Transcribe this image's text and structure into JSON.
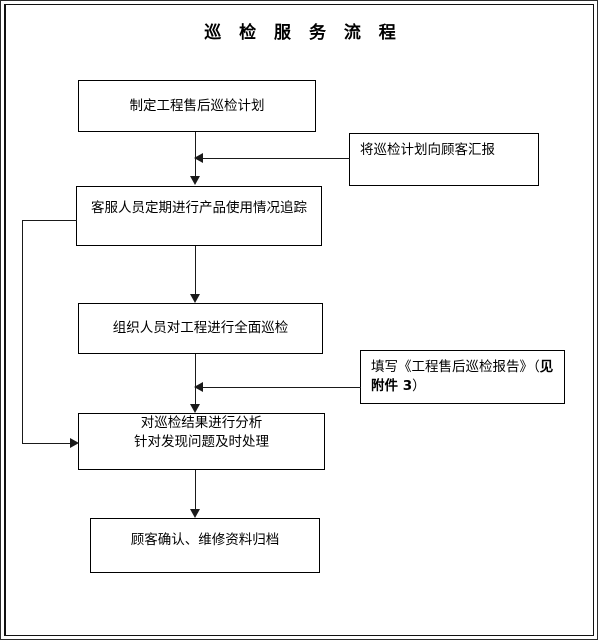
{
  "page": {
    "title": "巡 检 服 务 流 程",
    "background_color": "#ffffff",
    "line_color": "#1a1a1a",
    "border_color": "#000000"
  },
  "nodes": {
    "plan": {
      "label": "制定工程售后巡检计划"
    },
    "report_plan_to_customer": {
      "label": "将巡检计划向顾客汇报"
    },
    "tracking": {
      "label": "客服人员定期进行产品使用情况追踪"
    },
    "full_inspection": {
      "label": "组织人员对工程进行全面巡检"
    },
    "fill_report": {
      "label_prefix": "填写《工程售后巡检报告》（",
      "label_bold": "见附件 3",
      "label_suffix": "）"
    },
    "analyze": {
      "line1": "对巡检结果进行分析",
      "line2": "针对发现问题及时处理"
    },
    "archive": {
      "label": "顾客确认、维修资料归档"
    }
  },
  "connectors": {
    "plan_to_tracking": "arrow-down",
    "report_plan_into_flow": "arrow-left",
    "tracking_to_inspection": "arrow-down",
    "inspection_to_analyze": "arrow-down",
    "fill_report_into_flow": "arrow-left",
    "analyze_to_archive": "arrow-down",
    "tracking_feedback_loop": "arrow-right"
  }
}
